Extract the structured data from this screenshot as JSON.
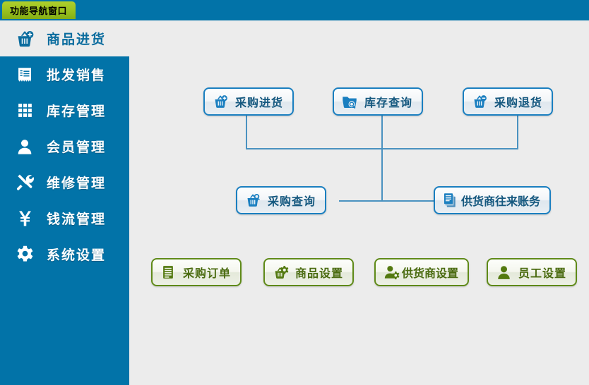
{
  "window": {
    "tab_label": "功能导航窗口",
    "topbar_color": "#0273a8",
    "tab_color": "#9dc421"
  },
  "sidebar": {
    "background_color": "#0273a8",
    "active_text_color": "#0b6c9e",
    "items": [
      {
        "label": "商品进货",
        "icon": "basket-plus-icon",
        "active": true
      },
      {
        "label": "批发销售",
        "icon": "invoice-icon",
        "active": false
      },
      {
        "label": "库存管理",
        "icon": "grid-icon",
        "active": false
      },
      {
        "label": "会员管理",
        "icon": "user-icon",
        "active": false
      },
      {
        "label": "维修管理",
        "icon": "tools-icon",
        "active": false
      },
      {
        "label": "钱流管理",
        "icon": "yuan-icon",
        "active": false
      },
      {
        "label": "系统设置",
        "icon": "gear-icon",
        "active": false
      }
    ]
  },
  "main": {
    "background_color": "#ececec",
    "line_color": "#4a92c0",
    "flow_row_top": [
      {
        "label": "采购进货",
        "icon": "basket-plus-icon",
        "style": "blue"
      },
      {
        "label": "库存查询",
        "icon": "folder-search-icon",
        "style": "blue"
      },
      {
        "label": "采购退货",
        "icon": "basket-minus-icon",
        "style": "blue"
      }
    ],
    "flow_row_middle": [
      {
        "label": "采购查询",
        "icon": "basket-search-icon",
        "style": "blue"
      },
      {
        "label": "供货商往来账务",
        "icon": "documents-icon",
        "style": "blue"
      }
    ],
    "settings_row": [
      {
        "label": "采购订单",
        "icon": "document-lines-icon",
        "style": "green"
      },
      {
        "label": "商品设置",
        "icon": "basket-gear-icon",
        "style": "green"
      },
      {
        "label": "供货商设置",
        "icon": "user-gear-icon",
        "style": "green"
      },
      {
        "label": "员工设置",
        "icon": "user-icon",
        "style": "green"
      }
    ]
  }
}
